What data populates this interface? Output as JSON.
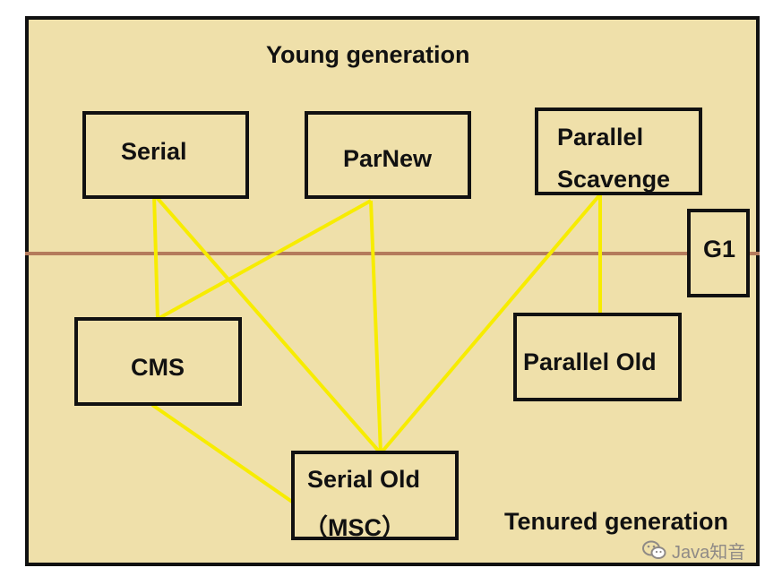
{
  "regions": {
    "young": "Young generation",
    "tenured": "Tenured generation"
  },
  "collectors": {
    "serial": "Serial",
    "parnew": "ParNew",
    "parallel_scavenge": [
      "Parallel",
      "Scavenge"
    ],
    "g1": "G1",
    "cms": "CMS",
    "parallel_old": "Parallel Old",
    "serial_old": [
      "Serial Old",
      "（MSC）"
    ]
  },
  "links": [
    [
      "Serial",
      "CMS"
    ],
    [
      "Serial",
      "Serial Old"
    ],
    [
      "ParNew",
      "CMS"
    ],
    [
      "ParNew",
      "Serial Old"
    ],
    [
      "Parallel Scavenge",
      "Serial Old"
    ],
    [
      "Parallel Scavenge",
      "Parallel Old"
    ],
    [
      "CMS",
      "Serial Old"
    ]
  ],
  "colors": {
    "background": "#efe0aa",
    "border": "#111111",
    "link": "#f7ec00",
    "divider": "#b47b5c"
  },
  "watermark": {
    "icon": "wechat-icon",
    "text": "Java知音"
  }
}
